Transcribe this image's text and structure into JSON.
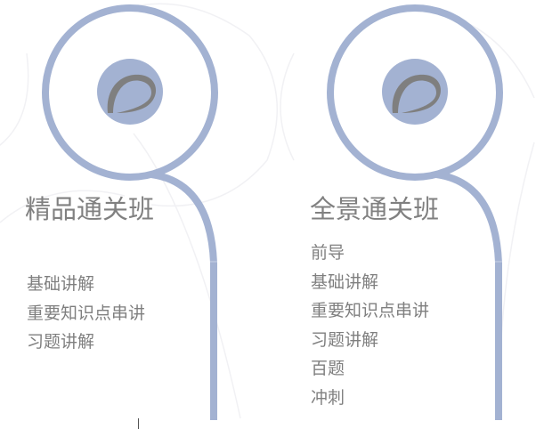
{
  "colors": {
    "ring": "#a3b2d2",
    "inner_disc": "#a3b2d2",
    "logo_glyph": "#7f7f7f",
    "text": "#808080",
    "background": "#ffffff"
  },
  "icons": {
    "logo": "swoosh-logo-icon"
  },
  "panels": [
    {
      "title": "精品通关班",
      "items": [
        {
          "label": "基础讲解"
        },
        {
          "label": "重要知识点串讲"
        },
        {
          "label": "习题讲解"
        }
      ]
    },
    {
      "title": "全景通关班",
      "items": [
        {
          "label": "前导"
        },
        {
          "label": "基础讲解"
        },
        {
          "label": "重要知识点串讲"
        },
        {
          "label": "习题讲解"
        },
        {
          "label": "百题"
        },
        {
          "label": "冲刺"
        }
      ]
    }
  ]
}
